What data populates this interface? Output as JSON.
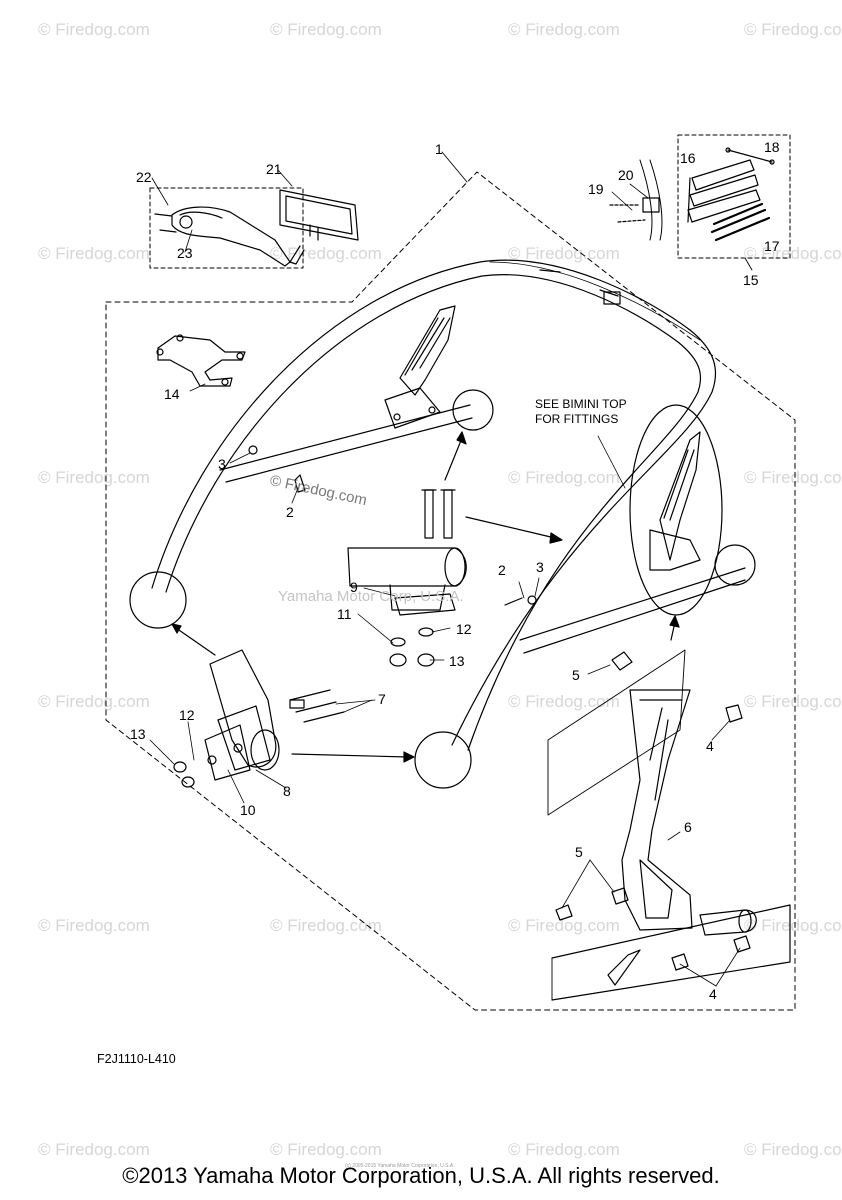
{
  "watermark": {
    "text": "© Firedog.com",
    "color": "#d6d6d6"
  },
  "diagram": {
    "drawing_code": "F2J1110-L410",
    "note_line1": "SEE BIMINI TOP",
    "note_line2": "FOR FITTINGS",
    "inline_watermark": "© Firedog.com",
    "center_watermark": "Yamaha Motor Corp, U.S.A.",
    "fine_print": "(c) 2005-2015 Yamaha Motor Corporation, U.S.A.",
    "callouts": [
      "1",
      "2",
      "2",
      "3",
      "3",
      "4",
      "4",
      "5",
      "5",
      "6",
      "7",
      "8",
      "9",
      "10",
      "11",
      "12",
      "12",
      "13",
      "13",
      "14",
      "15",
      "16",
      "17",
      "18",
      "19",
      "20",
      "21",
      "22",
      "23"
    ]
  },
  "footer": {
    "copyright": "©2013 Yamaha Motor Corporation, U.S.A. All rights reserved."
  }
}
